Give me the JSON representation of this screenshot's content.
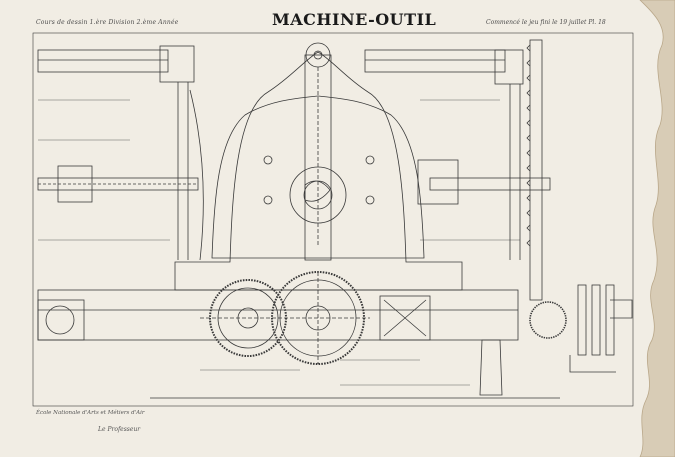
{
  "header": {
    "left": "Cours de dessin 1.ère Division 2.ème Année",
    "title": "MACHINE-OUTIL",
    "right": "Commencé le    jeu fini le 19 juillet   Pl. 18"
  },
  "footer": {
    "school": "École Nationale d'Arts et Métiers d'Air",
    "signature": "Le Professeur"
  },
  "colors": {
    "paper": "#f1ede4",
    "ink": "#3a3a3a",
    "torn_edge": "#c9b79a"
  }
}
